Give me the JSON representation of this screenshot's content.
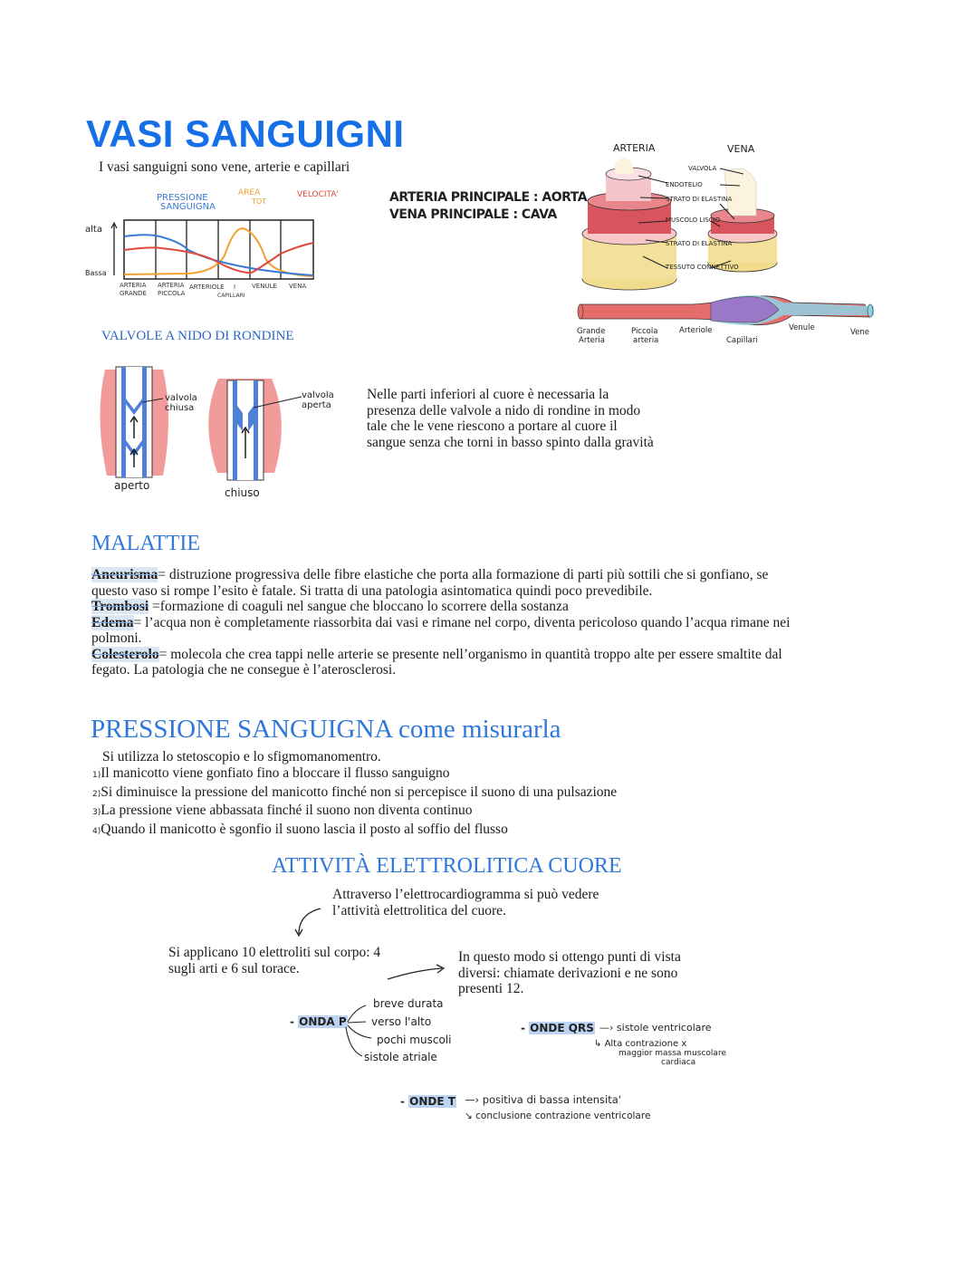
{
  "header": {
    "title": "VASI SANGUIGNI",
    "subtitle": "I vasi sanguigni sono vene, arterie e capillari"
  },
  "graph": {
    "legend_pressure": [
      "PRESSIONE",
      "SANGUIGNA"
    ],
    "legend_area": [
      "AREA",
      "TOT"
    ],
    "legend_velocity": "VELOCITA'",
    "ylabel_high": "alta",
    "ylabel_low": "Bassa",
    "xlabels": [
      "ARTERIA",
      "GRANDE",
      "ARTERIA",
      "PICCOLA",
      "ARTERIOLE",
      "I",
      "CAPILLARI",
      "VENULE",
      "VENA"
    ],
    "colors": {
      "pressure": "#3a7bd5",
      "area": "#f0a030",
      "velocity": "#e04a3a"
    }
  },
  "main_vessels": {
    "artery": "ARTERIA PRINCIPALE : AORTA",
    "vein": "VENA PRINCIPALE : CAVA"
  },
  "vessel_diagram": {
    "label_artery": "ARTERIA",
    "label_vein": "VENA",
    "layers": [
      "VALVOLA",
      "ENDOTELIO",
      "STRATO DI ELASTINA",
      "MUSCOLO LISCIO",
      "STRATO DI ELASTINA",
      "TESSUTO CONNETTIVO"
    ],
    "flow_labels": [
      "Grande Arteria",
      "Piccola arteria",
      "Arteriole",
      "Capillari",
      "Venule",
      "Vene"
    ]
  },
  "valves": {
    "heading": "VALVOLE A NIDO DI RONDINE",
    "label_closed": "valvola chiusa",
    "label_open": "valvola aperta",
    "caption_left": "aperto",
    "caption_right": "chiuso",
    "text": "Nelle parti inferiori al cuore è necessaria la presenza delle valvole a nido di rondine in modo tale che le vene riescono a portare al cuore il sangue senza che torni in basso spinto dalla gravità"
  },
  "malattie": {
    "heading": "MALATTIE",
    "items": [
      {
        "term": "Aneurisma",
        "text": "= distruzione progressiva delle fibre elastiche che porta alla formazione di parti più sottili che si gonfiano, se questo vaso si rompe l’esito è fatale. Si tratta di una patologia asintomatica quindi poco prevedibile."
      },
      {
        "term": "Trombosi",
        "text": " =formazione di coaguli nel sangue che bloccano lo scorrere della sostanza"
      },
      {
        "term": "Edema",
        "text": "= l’acqua non è completamente riassorbita dai vasi e rimane nel corpo, diventa pericoloso quando l’acqua rimane nei polmoni."
      },
      {
        "term": "Colesterolo",
        "text": "= molecola che crea tappi nelle arterie se presente nell’organismo in quantità troppo alte per essere smaltite dal fegato. La patologia che ne consegue è l’aterosclerosi."
      }
    ]
  },
  "pressione": {
    "heading": "PRESSIONE SANGUIGNA come misurarla",
    "intro": "Si utilizza lo stetoscopio e lo sfigmomanomentro.",
    "steps": [
      {
        "num": "1)",
        "text": "Il manicotto viene gonfiato fino a bloccare il flusso sanguigno"
      },
      {
        "num": "2)",
        "text": "Si diminuisce la pressione del manicotto finché non si percepisce il suono di una pulsazione"
      },
      {
        "num": "3)",
        "text": "La pressione viene  abbassata finché il suono non diventa continuo"
      },
      {
        "num": "4)",
        "text": "Quando il manicotto è sgonfio il suono lascia il posto al soffio del flusso"
      }
    ]
  },
  "ecg": {
    "heading": "ATTIVITÀ ELETTROLITICA CUORE",
    "intro": "Attraverso l’elettrocardiogramma si può vedere l’attività elettrolitica del cuore.",
    "left_text": "Si applicano 10 elettroliti sul corpo: 4 sugli arti e 6 sul torace.",
    "right_text": "In questo modo si ottengo punti di vista diversi: chiamate derivazioni e ne sono presenti 12.",
    "onda_p": {
      "label": "ONDA P",
      "items": [
        "breve durata",
        "verso l'alto",
        "pochi muscoli",
        "sistole atriale"
      ]
    },
    "onde_qrs": {
      "label": "ONDE QRS",
      "items": [
        "sistole ventricolare",
        "Alta contrazione x",
        "maggior massa muscolare",
        "cardiaca"
      ]
    },
    "onde_t": {
      "label": "ONDE T",
      "items": [
        "positiva di bassa intensita'",
        "conclusione contrazione ventricolare"
      ]
    }
  }
}
